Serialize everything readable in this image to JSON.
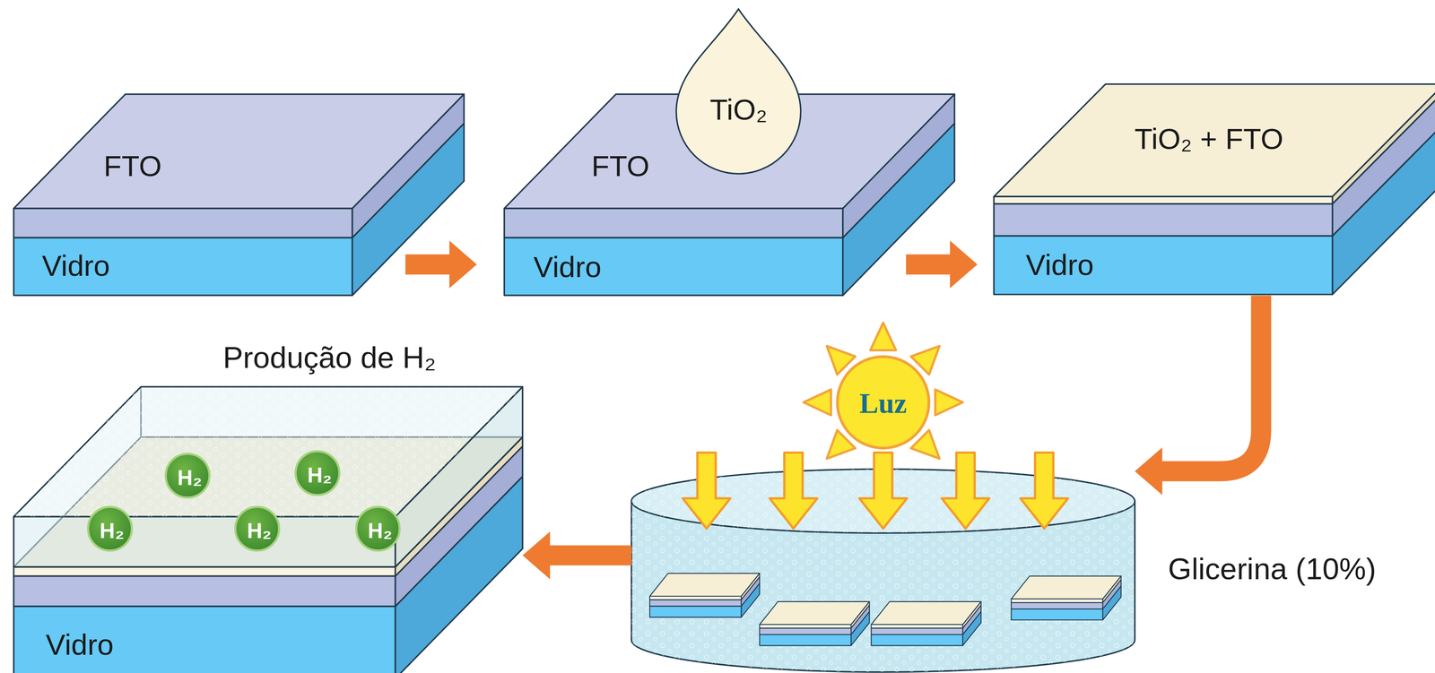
{
  "diagram": {
    "nodes": [
      {
        "text": [
          "FTO",
          "Vidro"
        ]
      },
      {
        "text": [
          "FTO",
          "Vidro"
        ]
      },
      {
        "text": [
          "TiO₂"
        ]
      },
      {
        "text": [
          "TiO₂ + FTO",
          "Vidro"
        ]
      },
      {
        "text": [
          "Produção de H₂",
          "Vidro"
        ]
      },
      {
        "text": [
          "H₂"
        ],
        "in": 4
      },
      {
        "text": [
          "H₂"
        ],
        "in": 4
      },
      {
        "text": [
          "H₂"
        ],
        "in": 4
      },
      {
        "text": [
          "H₂"
        ],
        "in": 4
      },
      {
        "text": [
          "H₂"
        ],
        "in": 4
      },
      {
        "text": [
          "Luz"
        ]
      },
      {
        "text": [
          "Glicerina (10%)"
        ]
      }
    ],
    "edges": [
      {
        "from": 0,
        "to": 1,
        "arrow": "to"
      },
      {
        "from": 1,
        "to": 3,
        "arrow": "to"
      },
      {
        "from": 3,
        "to": 11,
        "arrow": "to"
      },
      {
        "from": 11,
        "to": 4,
        "arrow": "to"
      }
    ]
  }
}
